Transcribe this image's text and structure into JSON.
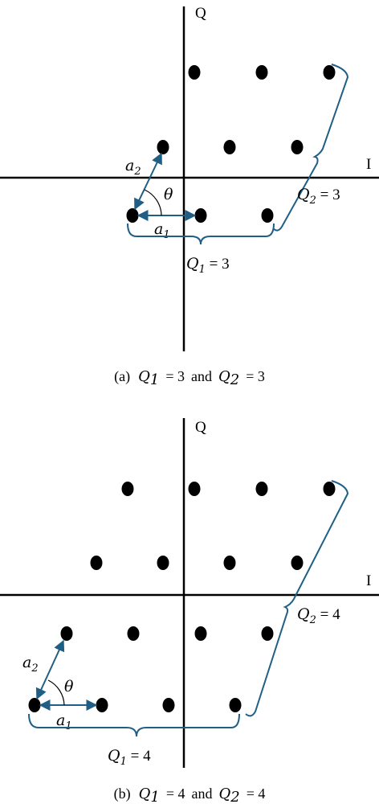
{
  "panels": [
    {
      "id": "a",
      "caption_label": "(a)",
      "caption_q1": "Q",
      "caption_q1_sub": "1",
      "caption_eq1": "= 3",
      "caption_and": "and",
      "caption_q2": "Q",
      "caption_q2_sub": "2",
      "caption_eq2": "= 3",
      "axis_q": "Q",
      "axis_i": "I",
      "a1": "a",
      "a1_sub": "1",
      "a2": "a",
      "a2_sub": "2",
      "theta": "θ",
      "q1_label": "Q",
      "q1_label_sub": "1",
      "q1_label_eq": " = 3",
      "q2_label": "Q",
      "q2_label_sub": "2",
      "q2_label_eq": " = 3"
    },
    {
      "id": "b",
      "caption_label": "(b)",
      "caption_q1": "Q",
      "caption_q1_sub": "1",
      "caption_eq1": "= 4",
      "caption_and": "and",
      "caption_q2": "Q",
      "caption_q2_sub": "2",
      "caption_eq2": "= 4",
      "axis_q": "Q",
      "axis_i": "I",
      "a1": "a",
      "a1_sub": "1",
      "a2": "a",
      "a2_sub": "2",
      "theta": "θ",
      "q1_label": "Q",
      "q1_label_sub": "1",
      "q1_label_eq": " = 4",
      "q2_label": "Q",
      "q2_label_sub": "2",
      "q2_label_eq": " = 4"
    }
  ],
  "colors": {
    "vector": "#1f5f86",
    "points": "#000000",
    "axes": "#000000"
  }
}
